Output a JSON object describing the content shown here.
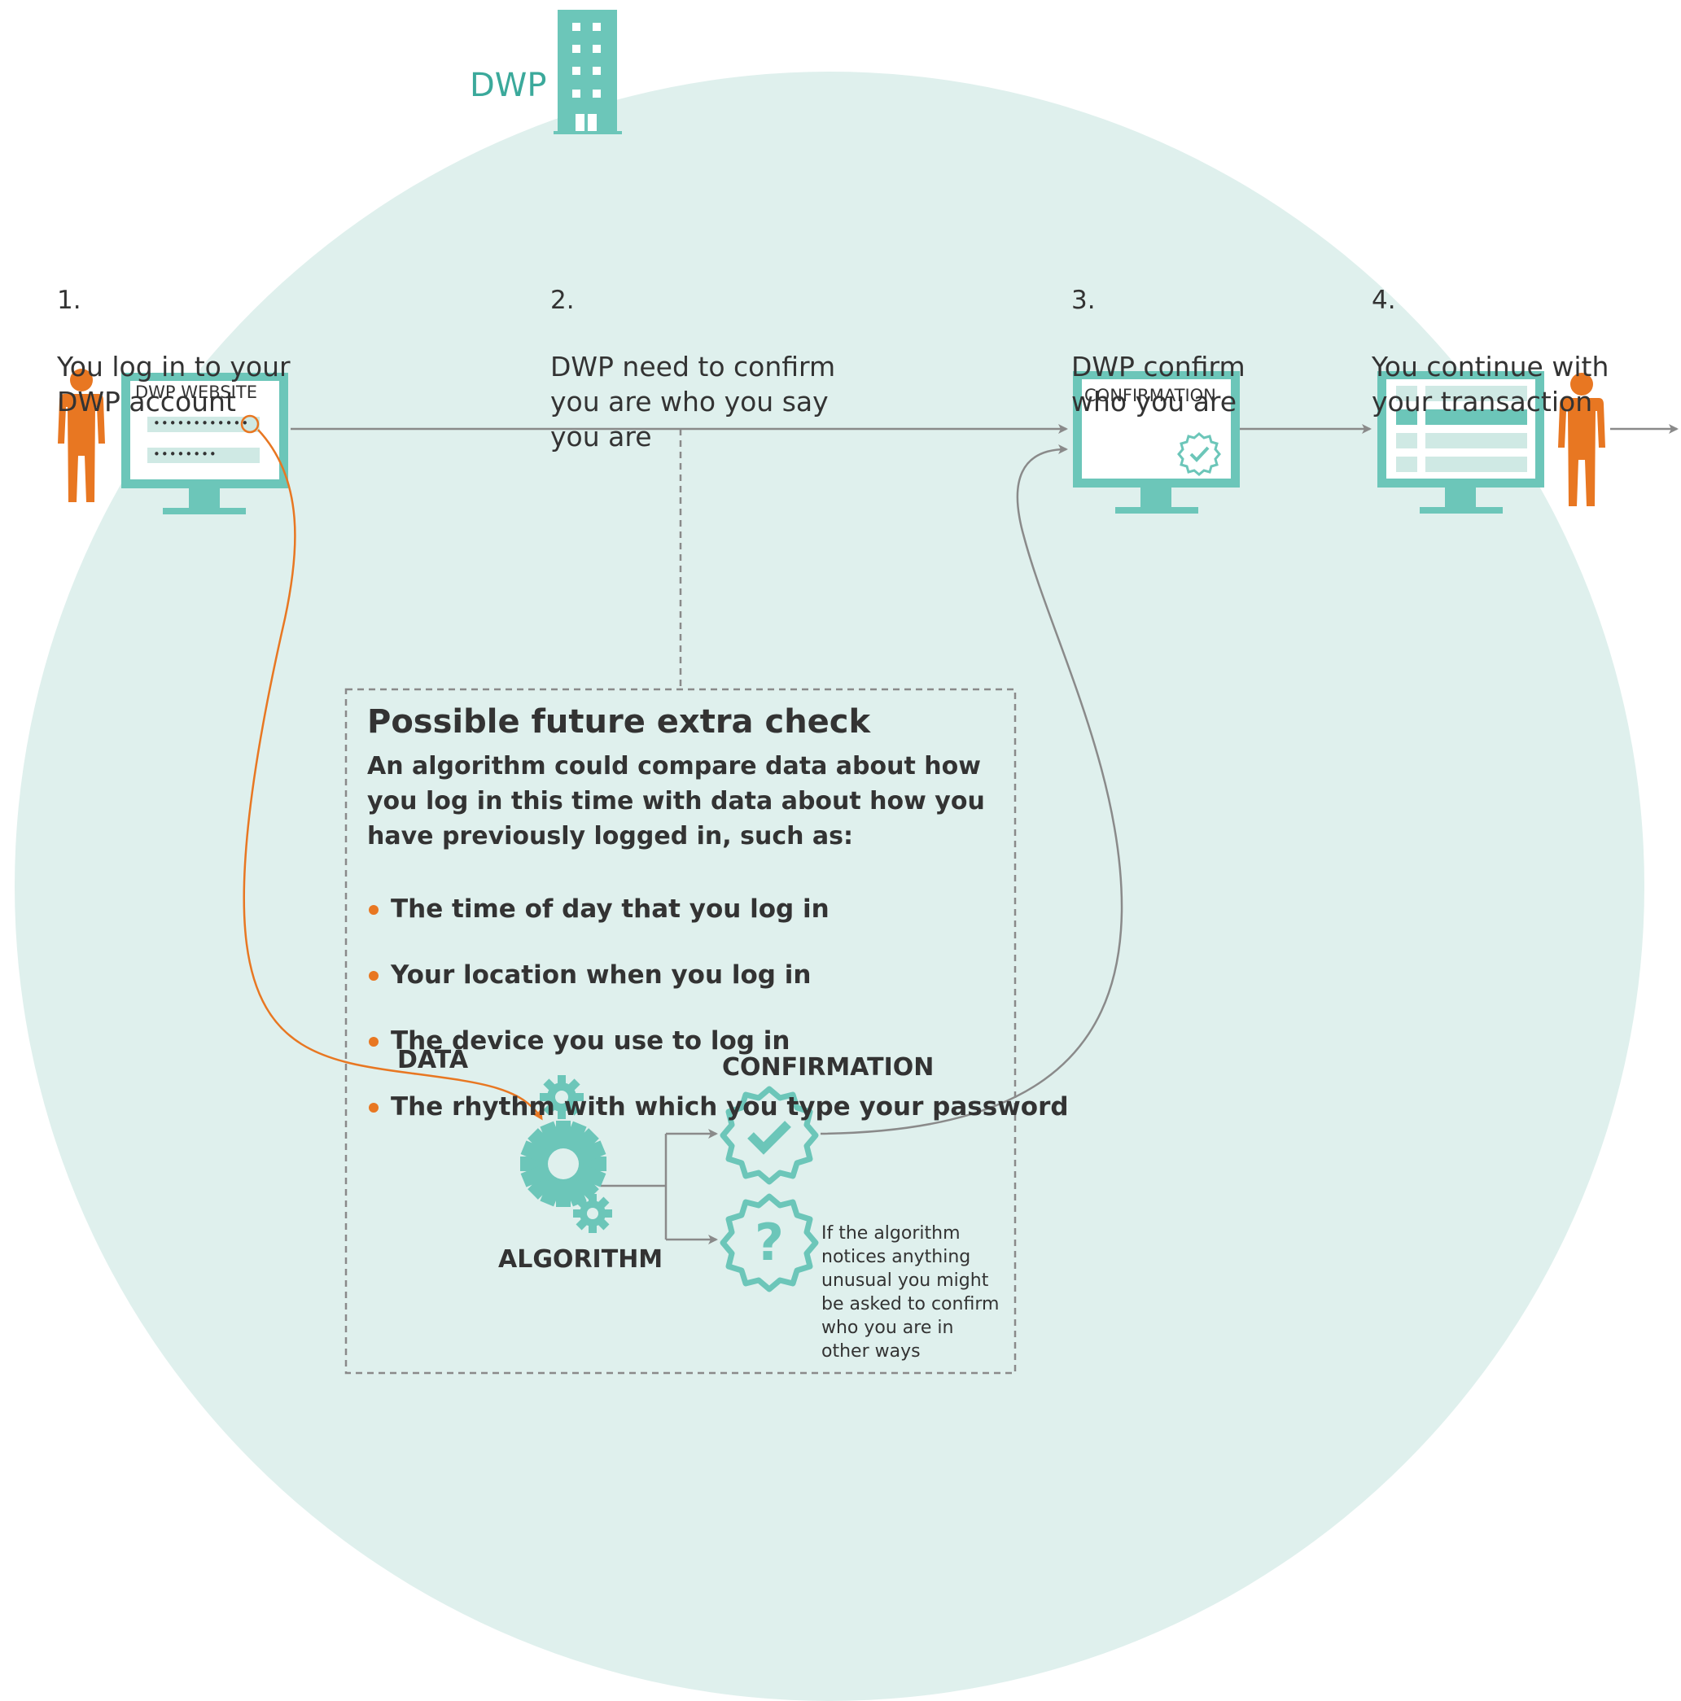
{
  "header": {
    "org_label": "DWP"
  },
  "steps": [
    {
      "number": "1.",
      "text": "You log in to your\nDWP account"
    },
    {
      "number": "2.",
      "text": "DWP need to confirm\nyou are who you say\nyou are"
    },
    {
      "number": "3.",
      "text": "DWP confirm\nwho you are"
    },
    {
      "number": "4.",
      "text": "You continue with\nyour transaction"
    }
  ],
  "screens": {
    "login": "DWP WEBSITE",
    "confirm": "CONFIRMATION"
  },
  "check_box": {
    "title": "Possible future extra check",
    "intro": "An algorithm could compare data about how\nyou log in this time with data about how you\nhave previously logged in, such as:",
    "items": [
      "The time of day that you log in",
      "Your location when you log in",
      "The device you use to log in",
      "The rhythm with which you type your password"
    ],
    "data_label": "DATA",
    "confirmation_label": "CONFIRMATION",
    "algorithm_label": "ALGORITHM",
    "note": "If the algorithm\nnotices anything\nunusual you might\nbe asked to confirm\nwho you are in\nother ways"
  },
  "colors": {
    "teal": "#6cc6b9",
    "teal_dark": "#3ba99b",
    "orange": "#e87722",
    "background_circle": "#dff0ed",
    "line_grey": "#8a8a8a"
  }
}
